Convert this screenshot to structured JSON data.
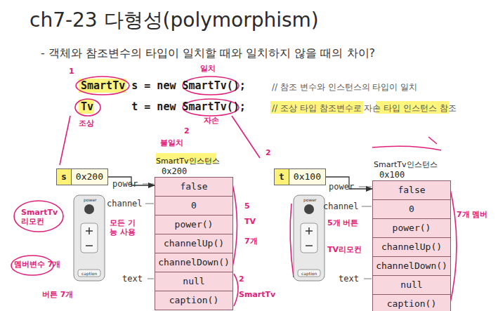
{
  "diagram": {
    "title": "ch7-23 다형성(polymorphism)",
    "caption": "- 객체와 참조변수의 타입이 일치할 때와 일치하지 않을 때의 차이?",
    "nodes": [
      {
        "text": [
          "s",
          "0x200"
        ]
      },
      {
        "text": [
          "SmartTv인스턴스",
          "0x200"
        ]
      },
      {
        "text": [
          "false"
        ],
        "in": 1
      },
      {
        "text": [
          "0"
        ],
        "in": 1
      },
      {
        "text": [
          "power()"
        ],
        "in": 1
      },
      {
        "text": [
          "channelUp()"
        ],
        "in": 1
      },
      {
        "text": [
          "channelDown()"
        ],
        "in": 1
      },
      {
        "text": [
          "null"
        ],
        "in": 1
      },
      {
        "text": [
          "caption()"
        ],
        "in": 1
      },
      {
        "text": [
          "t",
          "0x100"
        ]
      },
      {
        "text": [
          "SmartTv인스턴스",
          "0x100"
        ]
      },
      {
        "text": [
          "false"
        ],
        "in": 10
      },
      {
        "text": [
          "0"
        ],
        "in": 10
      },
      {
        "text": [
          "power()"
        ],
        "in": 10
      },
      {
        "text": [
          "channelUp()"
        ],
        "in": 10
      },
      {
        "text": [
          "channelDown()"
        ],
        "in": 10
      },
      {
        "text": [
          "null"
        ],
        "in": 10
      },
      {
        "text": [
          "caption()"
        ],
        "in": 10
      }
    ],
    "edges": [
      {
        "from": 0,
        "to": 1,
        "arrow": "to"
      },
      {
        "from": 9,
        "to": 10,
        "arrow": "to"
      }
    ],
    "labels": [
      "SmartTv s = new SmartTv();",
      "// 참조 변수와 인스턴스의 타입이 일치",
      "Tv      t = new SmartTv();",
      "// 조상 타입 참조변수로 자손 타입 인스턴스 참조",
      "power",
      "channel",
      "text",
      "power",
      "channel",
      "text",
      "power",
      "caption",
      "power",
      "caption",
      "1",
      "일치",
      "조상",
      "자손",
      "2",
      "불일치",
      "2",
      "SmartTv 리모컨",
      "모든 기능 사용",
      "멤버변수 7개",
      "버튼 7개",
      "5",
      "TV",
      "7개",
      "2",
      "SmartTv",
      "5개 버튼",
      "TV리모컨",
      "7개 멤버"
    ]
  }
}
